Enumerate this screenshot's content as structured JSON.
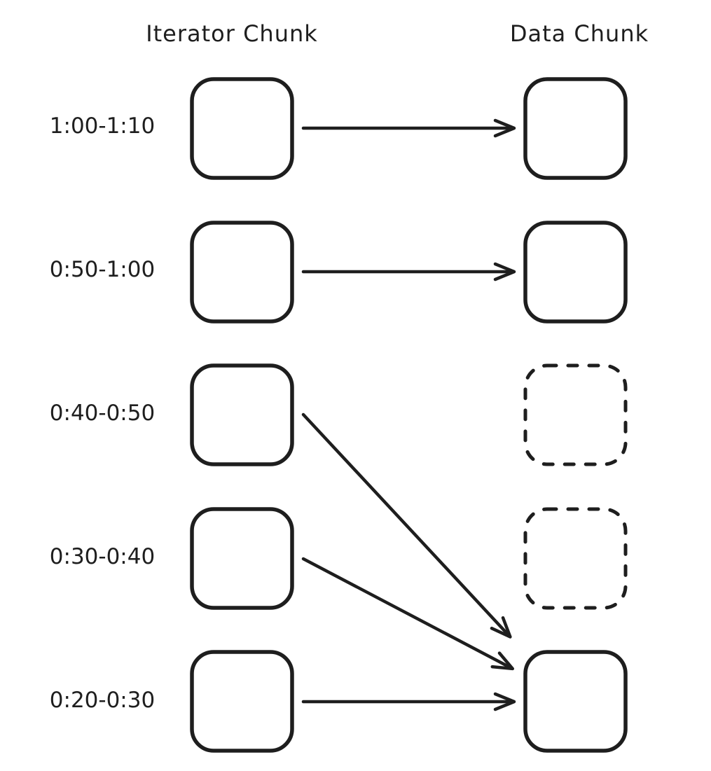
{
  "canvas": {
    "background": "#ffffff",
    "stroke_color": "#1e1e1e"
  },
  "columns": [
    {
      "id": "iterator-chunk",
      "label": "Iterator Chunk"
    },
    {
      "id": "data-chunk",
      "label": "Data Chunk"
    }
  ],
  "rows": [
    {
      "label": "1:00-1:10",
      "iterator_chunk": "solid",
      "data_chunk_style": "solid",
      "arrow_points_to": "1:00-1:10"
    },
    {
      "label": "0:50-1:00",
      "iterator_chunk": "solid",
      "data_chunk_style": "solid",
      "arrow_points_to": "0:50-1:00"
    },
    {
      "label": "0:40-0:50",
      "iterator_chunk": "solid",
      "data_chunk_style": "dashed",
      "arrow_points_to": "0:20-0:30"
    },
    {
      "label": "0:30-0:40",
      "iterator_chunk": "solid",
      "data_chunk_style": "dashed",
      "arrow_points_to": "0:20-0:30"
    },
    {
      "label": "0:20-0:30",
      "iterator_chunk": "solid",
      "data_chunk_style": "solid",
      "arrow_points_to": "0:20-0:30"
    }
  ]
}
